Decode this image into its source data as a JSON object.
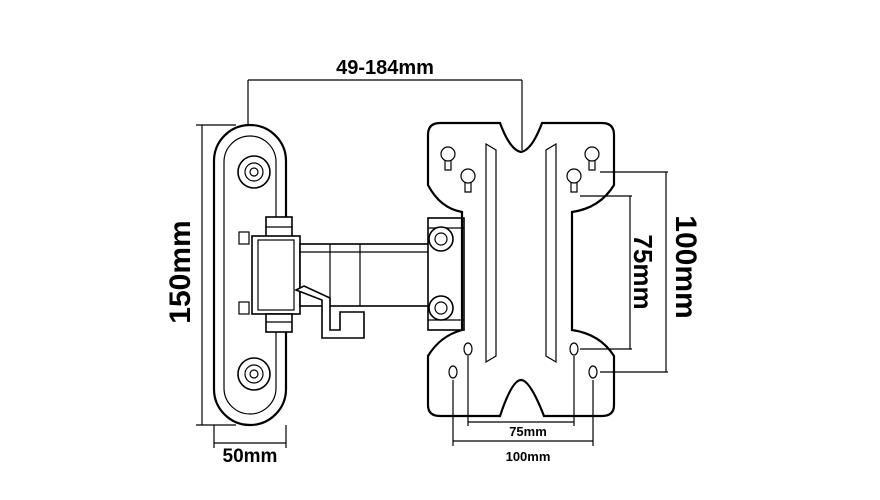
{
  "dimensions": {
    "arm_extension": "49-184mm",
    "wall_plate_height": "150mm",
    "wall_plate_width": "50mm",
    "vesa_vertical_large": "100mm",
    "vesa_vertical_small": "75mm",
    "vesa_horizontal_small": "75mm",
    "vesa_horizontal_large": "100mm"
  }
}
